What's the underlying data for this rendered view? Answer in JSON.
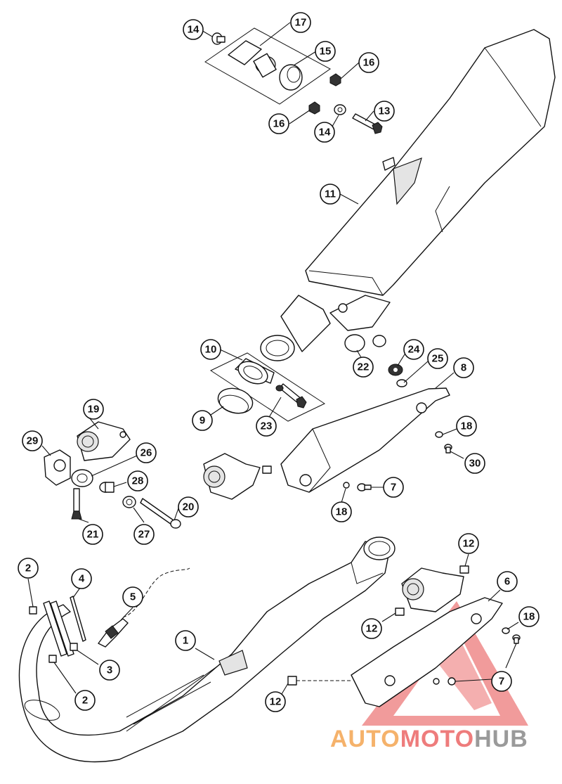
{
  "diagram": {
    "callouts": [
      {
        "id": "c14a",
        "label": "14"
      },
      {
        "id": "c17",
        "label": "17"
      },
      {
        "id": "c15",
        "label": "15"
      },
      {
        "id": "c16a",
        "label": "16"
      },
      {
        "id": "c16b",
        "label": "16"
      },
      {
        "id": "c14b",
        "label": "14"
      },
      {
        "id": "c13",
        "label": "13"
      },
      {
        "id": "c11",
        "label": "11"
      },
      {
        "id": "c10",
        "label": "10"
      },
      {
        "id": "c22",
        "label": "22"
      },
      {
        "id": "c24",
        "label": "24"
      },
      {
        "id": "c25",
        "label": "25"
      },
      {
        "id": "c8",
        "label": "8"
      },
      {
        "id": "c9",
        "label": "9"
      },
      {
        "id": "c23",
        "label": "23"
      },
      {
        "id": "c18a",
        "label": "18"
      },
      {
        "id": "c30",
        "label": "30"
      },
      {
        "id": "c19",
        "label": "19"
      },
      {
        "id": "c29",
        "label": "29"
      },
      {
        "id": "c26",
        "label": "26"
      },
      {
        "id": "c28",
        "label": "28"
      },
      {
        "id": "c7a",
        "label": "7"
      },
      {
        "id": "c18b",
        "label": "18"
      },
      {
        "id": "c20",
        "label": "20"
      },
      {
        "id": "c21",
        "label": "21"
      },
      {
        "id": "c27",
        "label": "27"
      },
      {
        "id": "c12a",
        "label": "12"
      },
      {
        "id": "c2a",
        "label": "2"
      },
      {
        "id": "c4",
        "label": "4"
      },
      {
        "id": "c5",
        "label": "5"
      },
      {
        "id": "c6",
        "label": "6"
      },
      {
        "id": "c18c",
        "label": "18"
      },
      {
        "id": "c12b",
        "label": "12"
      },
      {
        "id": "c1",
        "label": "1"
      },
      {
        "id": "c3",
        "label": "3"
      },
      {
        "id": "c2b",
        "label": "2"
      },
      {
        "id": "c7b",
        "label": "7"
      },
      {
        "id": "c12c",
        "label": "12"
      }
    ]
  },
  "watermark": {
    "part1": "AUTO",
    "part2": "MOTO",
    "part3": "HUB",
    "colors": {
      "auto": "#f5b26b",
      "moto": "#ee7c7c",
      "hub": "#9a9a9a",
      "triangle": "#ef8a8a"
    }
  }
}
